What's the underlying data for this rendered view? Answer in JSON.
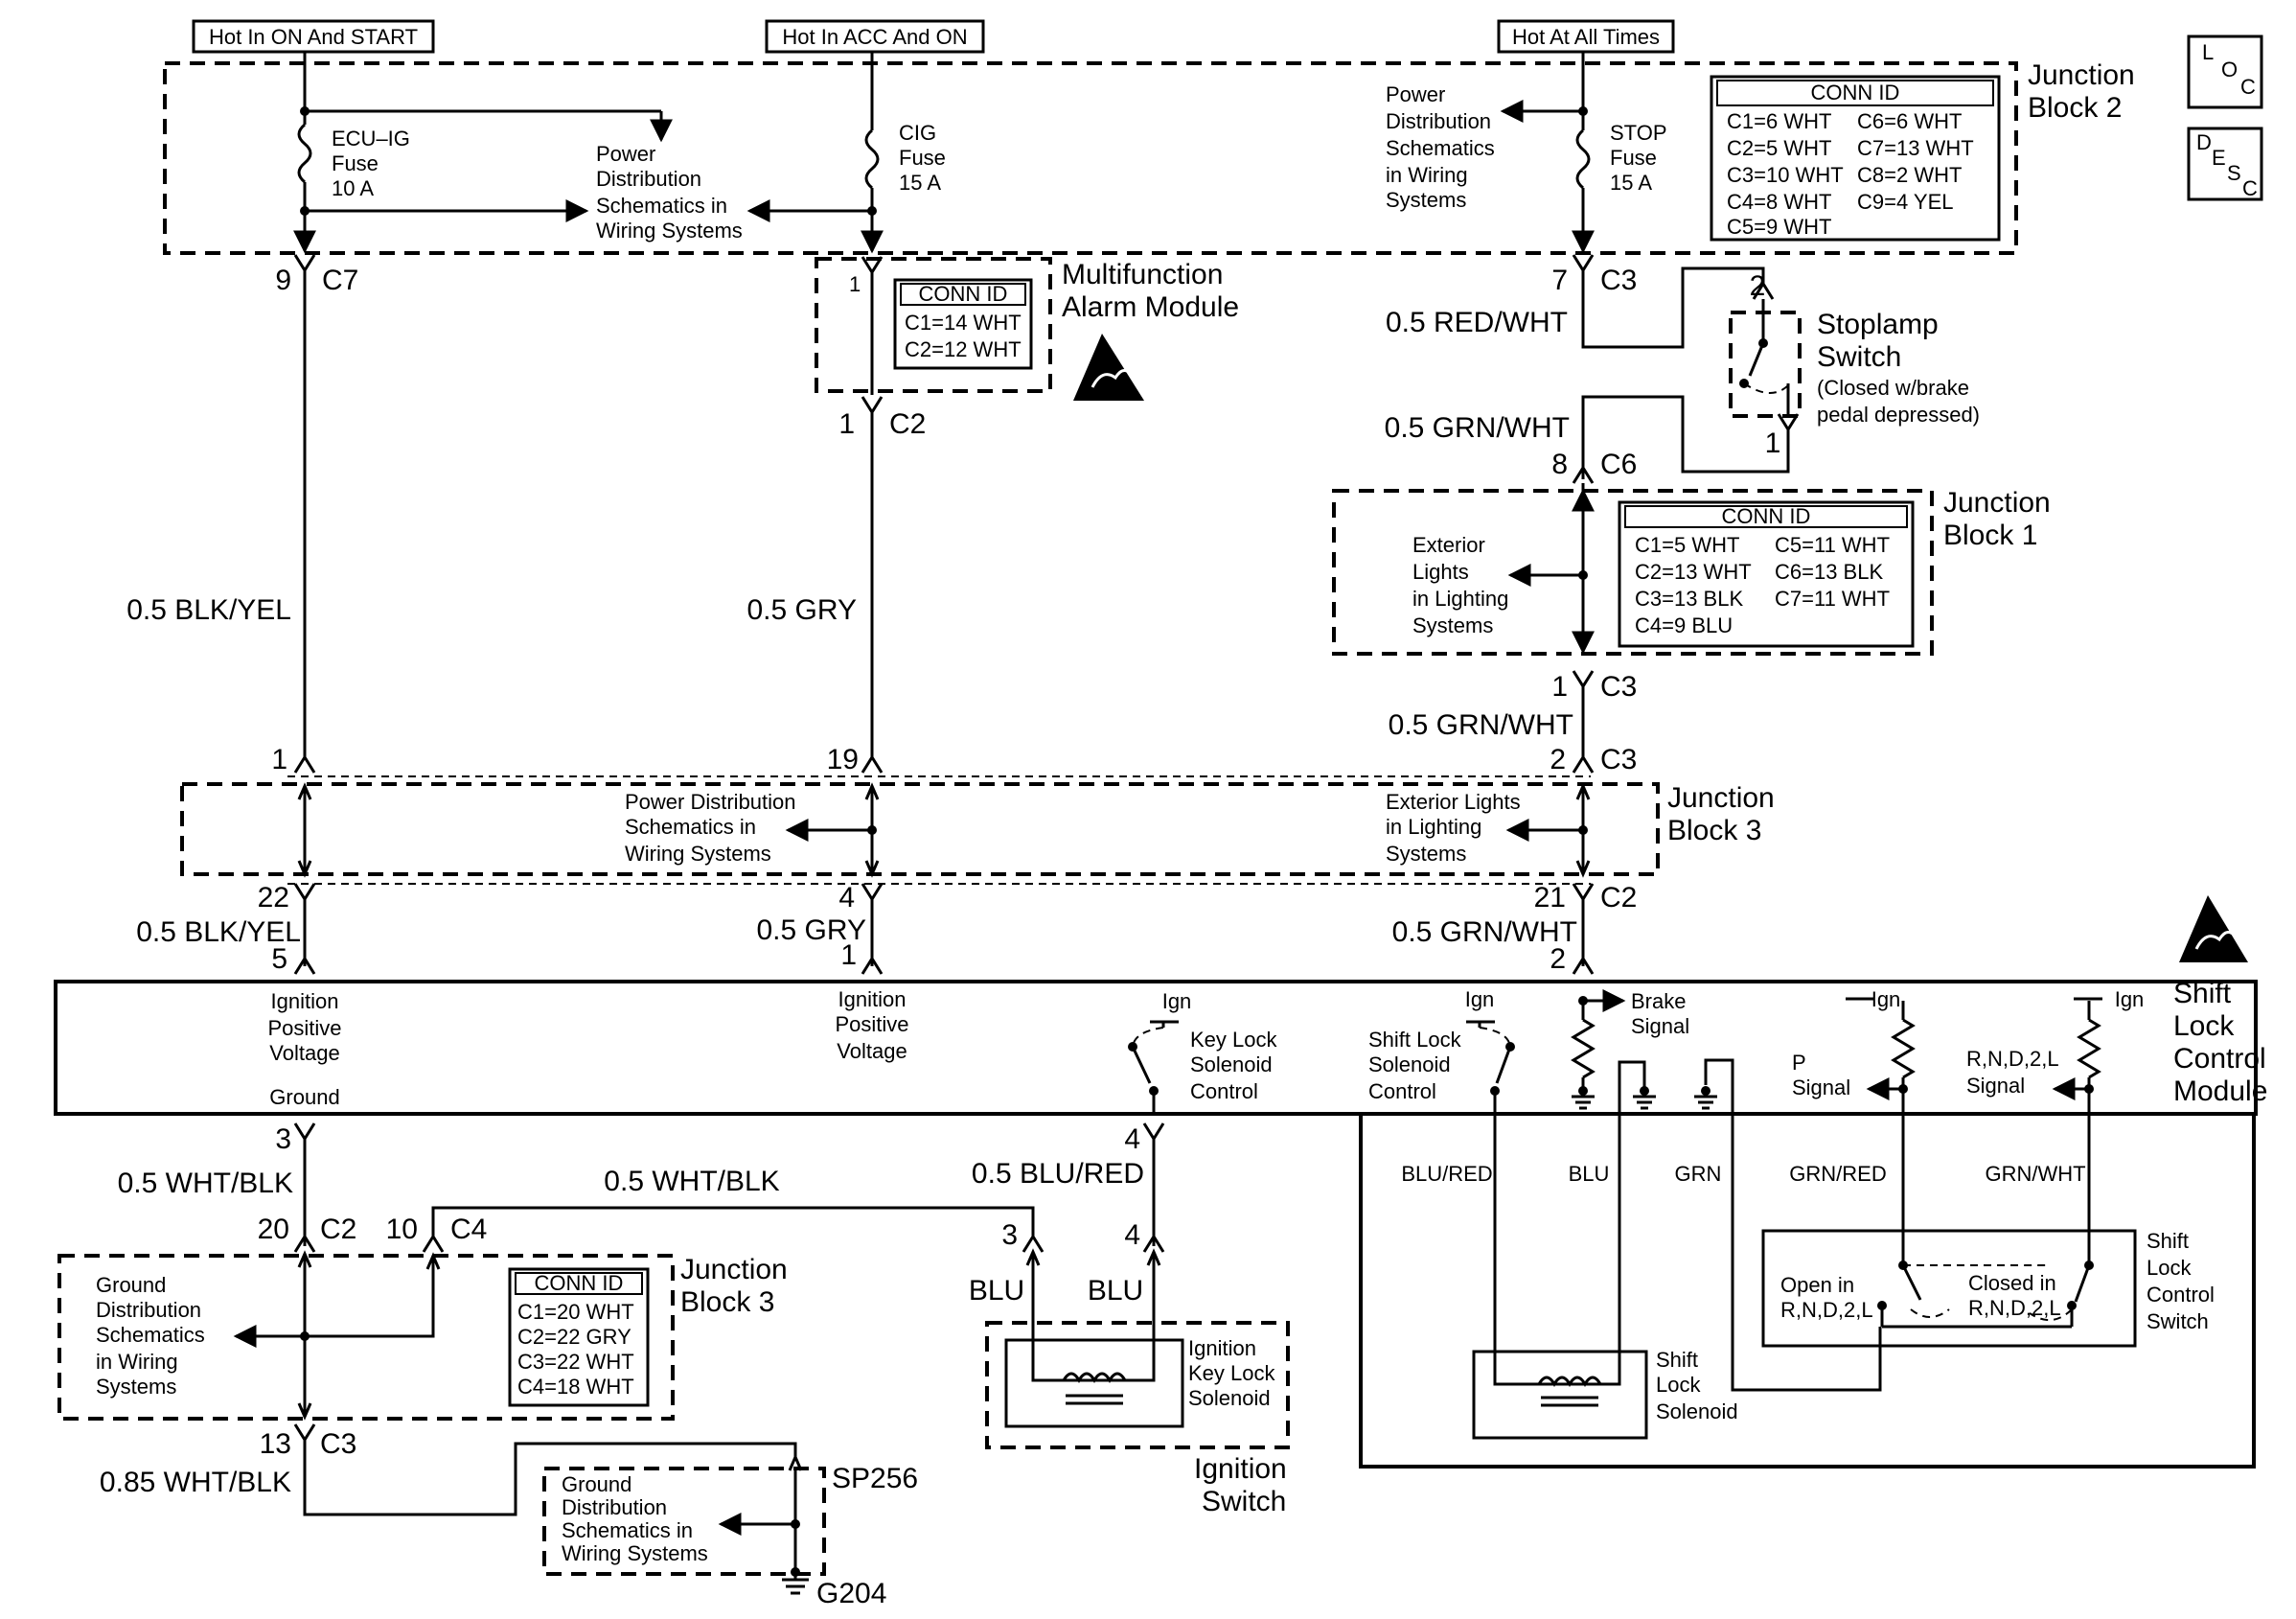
{
  "power_sources": {
    "hot_on_start": "Hot In ON And START",
    "hot_acc_on": "Hot In ACC And ON",
    "hot_all_times": "Hot At All Times"
  },
  "jb2": {
    "title_1": "Junction",
    "title_2": "Block 2",
    "fuse_ecu": [
      "ECU–IG",
      "Fuse",
      "10 A"
    ],
    "fuse_cig": [
      "CIG",
      "Fuse",
      "15 A"
    ],
    "fuse_stop": [
      "STOP",
      "Fuse",
      "15 A"
    ],
    "pds_left": [
      "Power",
      "Distribution",
      "Schematics in",
      "Wiring Systems"
    ],
    "pds_right": [
      "Power",
      "Distribution",
      "Schematics",
      "in Wiring",
      "Systems"
    ],
    "conn_header": "CONN ID",
    "conn_rows": [
      [
        "C1=6 WHT",
        "C6=6 WHT"
      ],
      [
        "C2=5 WHT",
        "C7=13 WHT"
      ],
      [
        "C3=10 WHT",
        "C8=2 WHT"
      ],
      [
        "C4=8 WHT",
        "C9=4 YEL"
      ],
      [
        "C5=9 WHT",
        ""
      ]
    ]
  },
  "loc_desc": {
    "loc": [
      "L",
      "O",
      "C"
    ],
    "desc": [
      "D",
      "E",
      "S",
      "C"
    ]
  },
  "mam": {
    "title_1": "Multifunction",
    "title_2": "Alarm Module",
    "pin_top": "1",
    "conn_header": "CONN ID",
    "conn_rows": [
      "C1=14 WHT",
      "C2=12 WHT"
    ]
  },
  "stoplamp": {
    "title_1": "Stoplamp",
    "title_2": "Switch",
    "note_1": "(Closed w/brake",
    "note_2": "pedal depressed)",
    "pin_top": "2",
    "pin_bot": "1"
  },
  "jb1": {
    "title_1": "Junction",
    "title_2": "Block 1",
    "ext_lights": [
      "Exterior",
      "Lights",
      "in Lighting",
      "Systems"
    ],
    "conn_header": "CONN ID",
    "conn_rows": [
      [
        "C1=5 WHT",
        "C5=11 WHT"
      ],
      [
        "C2=13 WHT",
        "C6=13 BLK"
      ],
      [
        "C3=13 BLK",
        "C7=11 WHT"
      ],
      [
        "C4=9 BLU",
        ""
      ]
    ]
  },
  "jb3_upper": {
    "title_1": "Junction",
    "title_2": "Block 3",
    "pds": [
      "Power Distribution",
      "Schematics in",
      "Wiring Systems"
    ],
    "ext": [
      "Exterior Lights",
      "in Lighting",
      "Systems"
    ]
  },
  "pins": {
    "p9": "9",
    "c7": "C7",
    "p7": "7",
    "c3a": "C3",
    "p1c2": "1",
    "c2a": "C2",
    "p8": "8",
    "c6": "C6",
    "p1c3": "1",
    "c3b": "C3",
    "p2c3": "2",
    "c3c": "C3",
    "p1": "1",
    "p19": "19",
    "p22": "22",
    "p4": "4",
    "p21": "21",
    "c2b": "C2",
    "p5": "5",
    "p1b": "1",
    "p2": "2",
    "p3": "3",
    "p4b": "4",
    "p20": "20",
    "c2c": "C2",
    "p10": "10",
    "c4": "C4",
    "p3s": "3",
    "p4s": "4",
    "p13": "13",
    "c3d": "C3"
  },
  "wires": {
    "blk_yel_1": "0.5 BLK/YEL",
    "gry_1": "0.5 GRY",
    "red_wht": "0.5 RED/WHT",
    "grn_wht_1": "0.5 GRN/WHT",
    "grn_wht_2": "0.5 GRN/WHT",
    "blk_yel_2": "0.5 BLK/YEL",
    "gry_2": "0.5 GRY",
    "grn_wht_3": "0.5 GRN/WHT",
    "wht_blk_1": "0.5 WHT/BLK",
    "wht_blk_2": "0.5 WHT/BLK",
    "blu_red": "0.5 BLU/RED",
    "blu_1": "BLU",
    "blu_2": "BLU",
    "wht_blk_85": "0.85 WHT/BLK"
  },
  "slcm": {
    "title": [
      "Shift",
      "Lock",
      "Control",
      "Module"
    ],
    "ign_pos_1": [
      "Ignition",
      "Positive",
      "Voltage"
    ],
    "ign_pos_2": [
      "Ignition",
      "Positive",
      "Voltage"
    ],
    "ground": "Ground",
    "ign": "Ign",
    "key_lock": [
      "Key Lock",
      "Solenoid",
      "Control"
    ],
    "shift_lock": [
      "Shift Lock",
      "Solenoid",
      "Control"
    ],
    "brake": [
      "Brake",
      "Signal"
    ],
    "p_signal": [
      "P",
      "Signal"
    ],
    "rnd_signal": [
      "R,N,D,2,L",
      "Signal"
    ]
  },
  "inner": {
    "blu_red": "BLU/RED",
    "blu": "BLU",
    "grn": "GRN",
    "grn_red": "GRN/RED",
    "grn_wht": "GRN/WHT",
    "sls": [
      "Shift",
      "Lock",
      "Solenoid"
    ],
    "slcs": [
      "Shift",
      "Lock",
      "Control",
      "Switch"
    ],
    "open_in": [
      "Open in",
      "R,N,D,2,L"
    ],
    "closed_in": [
      "Closed in",
      "R,N,D,2,L"
    ]
  },
  "jb3_lower": {
    "title_1": "Junction",
    "title_2": "Block 3",
    "gds": [
      "Ground",
      "Distribution",
      "Schematics",
      "in Wiring",
      "Systems"
    ],
    "conn_header": "CONN ID",
    "conn_rows": [
      "C1=20 WHT",
      "C2=22 GRY",
      "C3=22 WHT",
      "C4=18 WHT"
    ]
  },
  "ignition_switch": {
    "title_1": "Ignition",
    "title_2": "Switch",
    "solenoid": [
      "Ignition",
      "Key Lock",
      "Solenoid"
    ]
  },
  "ground": {
    "gds": [
      "Ground",
      "Distribution",
      "Schematics in",
      "Wiring Systems"
    ],
    "sp": "SP256",
    "g": "G204"
  }
}
